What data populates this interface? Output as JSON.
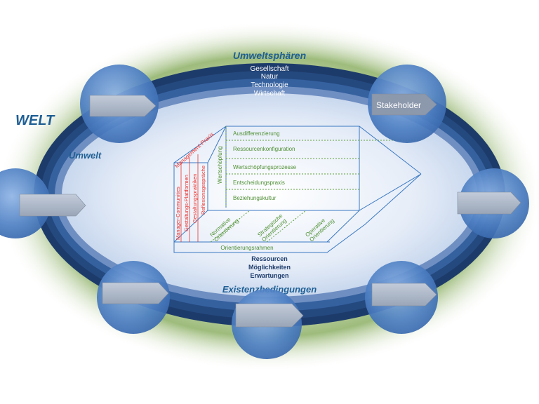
{
  "labels": {
    "welt": "WELT",
    "umweltsphaeren": "Umweltsphären",
    "umwelt": "Umwelt",
    "existenzbedingungen": "Existenzbedingungen"
  },
  "rings": [
    "Gesellschaft",
    "Natur",
    "Technologie",
    "Wirtschaft"
  ],
  "stakeholder": "Stakeholder",
  "bottom_list": [
    "Ressourcen",
    "Möglichkeiten",
    "Erwartungen"
  ],
  "model": {
    "rows": [
      "Ausdifferenzierung",
      "Ressourcenkonfiguration",
      "Wertschöpfungsprozesse",
      "Entscheidungspraxis",
      "Beziehungskultur"
    ],
    "orientierungsrahmen": "Orientierungsrahmen",
    "wertschoepfung": "Wertschöpfung",
    "normative": [
      "Normative",
      "Orientierung"
    ],
    "strategische": [
      "Strategische",
      "Orientierung"
    ],
    "operative": [
      "Operative",
      "Orientierung"
    ],
    "management_praxis": "Management-Praxis",
    "management_columns": [
      "Manager-Communities",
      "Gestaltungs-Plattformen",
      "Gestaltungspraktiken",
      "Reflexionsgespräche"
    ]
  },
  "colors": {
    "title": "#1f5f94",
    "ring_dark": "#1d3b6a",
    "ring_mid": "#2c5896",
    "ring_light": "#6f8fc2",
    "model_blue": "#3a78c2",
    "model_green": "#5f9f3f",
    "model_red": "#e8322f"
  }
}
